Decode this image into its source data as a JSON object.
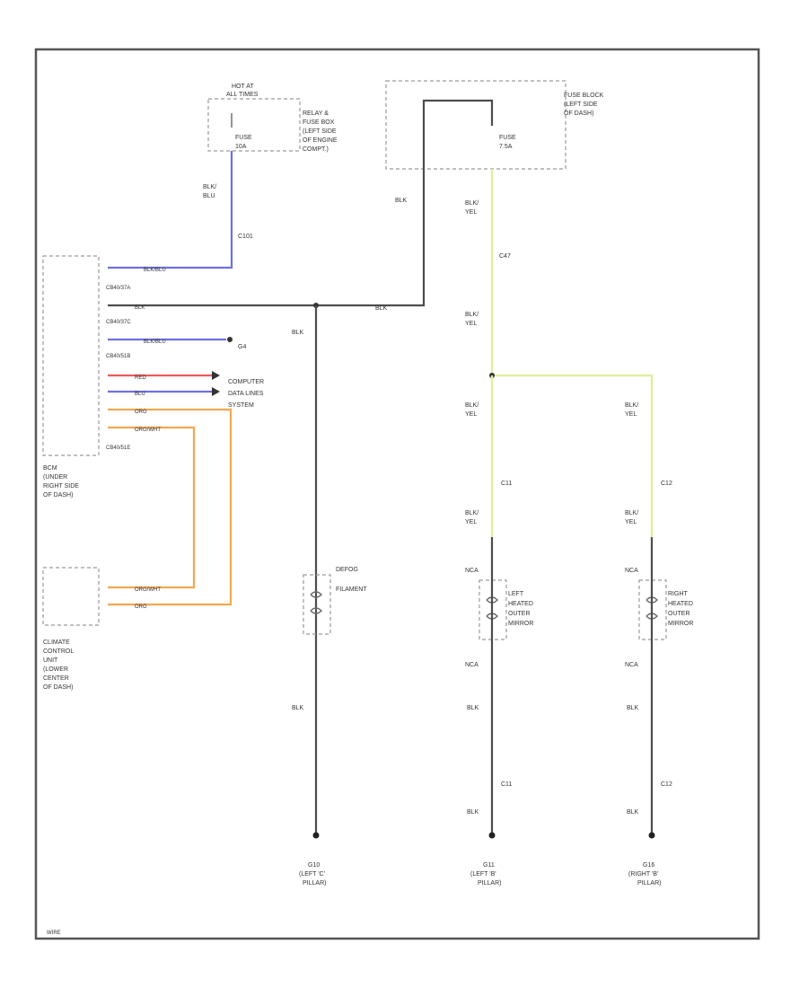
{
  "palette": {
    "black": "#4d4d4d",
    "blue": "#7070e0",
    "yellow": "#e3eda0",
    "red": "#f05a5a",
    "orange": "#f3a850"
  },
  "labels": {
    "hot_at": "HOT AT",
    "all_times": "ALL TIMES",
    "fuse_10": "FUSE",
    "fuse_10_amp": "10A",
    "relay_box": [
      "RELAY &",
      "FUSE BOX",
      "(LEFT SIDE",
      "OF ENGINE",
      "COMPT.)"
    ],
    "fuse_block": [
      "FUSE BLOCK",
      "(LEFT SIDE",
      "OF DASH)"
    ],
    "fuse_15": "FUSE",
    "fuse_15_amp": "7.5A",
    "wire_blk_blu": [
      "BLK/",
      "BLU"
    ],
    "conn_c101": "C101",
    "wire_blk": "BLK",
    "wire_blk_yel": [
      "BLK/",
      "YEL"
    ],
    "conn_c47": "C47",
    "bcm_pins": [
      "CB40/37A",
      "CB40/37C",
      "CB40/51B",
      "CB40/51E"
    ],
    "bcm_wires": [
      "BLK/BLU",
      "BLK",
      "BLK/BLU",
      "RED",
      "BLU",
      "ORG",
      "ORG/WHT"
    ],
    "g4": "G4",
    "computer": [
      "COMPUTER",
      "DATA LINES",
      "SYSTEM"
    ],
    "bcm_name": [
      "BCM",
      "(UNDER",
      "RIGHT SIDE",
      "OF DASH)"
    ],
    "climate_wires": [
      "ORG/WHT",
      "ORG"
    ],
    "climate_name": [
      "CLIMATE",
      "CONTROL",
      "UNIT",
      "(LOWER",
      "CENTER",
      "OF DASH)"
    ],
    "defog": [
      "DEFOG",
      "FILAMENT"
    ],
    "c11": "C11",
    "c12": "C12",
    "nca": "NCA",
    "left_mirror": [
      "LEFT",
      "HEATED",
      "OUTER",
      "MIRROR"
    ],
    "right_mirror": [
      "RIGHT",
      "HEATED",
      "OUTER",
      "MIRROR"
    ],
    "g10": [
      "G10",
      "(LEFT 'C'",
      "PILLAR)"
    ],
    "g11": [
      "G11",
      "(LEFT 'B'",
      "PILLAR)"
    ],
    "g16": [
      "G16",
      "(RIGHT 'B'",
      "PILLAR)"
    ],
    "footer": "WIRE"
  }
}
